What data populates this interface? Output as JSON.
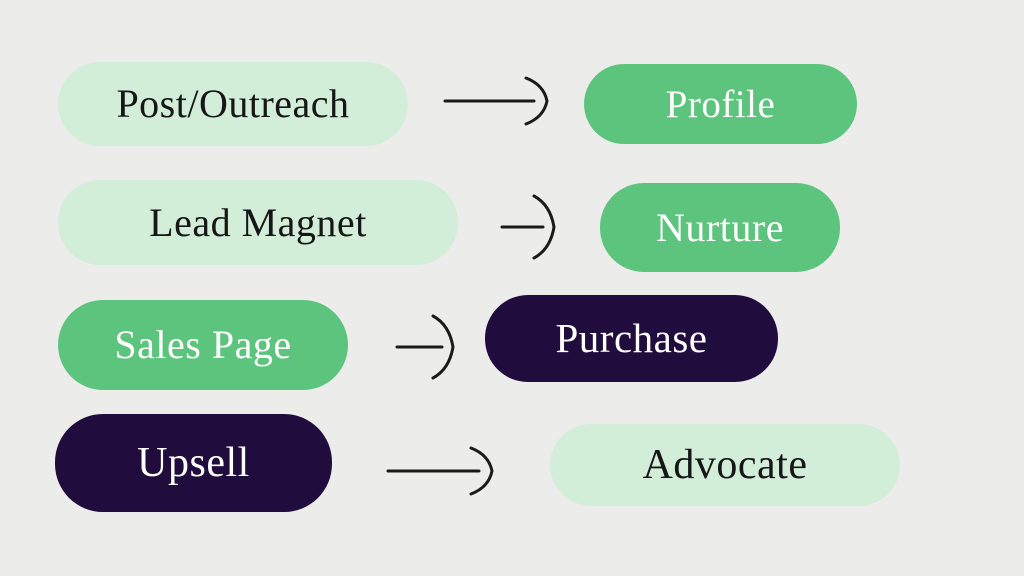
{
  "diagram": {
    "description": "Marketing funnel flow diagram with four source-to-target stages",
    "rows": [
      {
        "source": {
          "label": "Post/Outreach",
          "variant": "light-green"
        },
        "arrow": "right-arrow",
        "target": {
          "label": "Profile",
          "variant": "green"
        }
      },
      {
        "source": {
          "label": "Lead Magnet",
          "variant": "light-green"
        },
        "arrow": "right-arrow",
        "target": {
          "label": "Nurture",
          "variant": "green"
        }
      },
      {
        "source": {
          "label": "Sales Page",
          "variant": "green"
        },
        "arrow": "right-arrow",
        "target": {
          "label": "Purchase",
          "variant": "navy"
        }
      },
      {
        "source": {
          "label": "Upsell",
          "variant": "navy"
        },
        "arrow": "right-arrow",
        "target": {
          "label": "Advocate",
          "variant": "light-green"
        }
      }
    ],
    "colors": {
      "bg": "#ececeb",
      "light-green": "#d2eed9",
      "green": "#5cc47d",
      "navy": "#200d3d",
      "text-dark": "#161616",
      "text-light": "#ffffff",
      "arrow": "#1a1a1a"
    }
  }
}
